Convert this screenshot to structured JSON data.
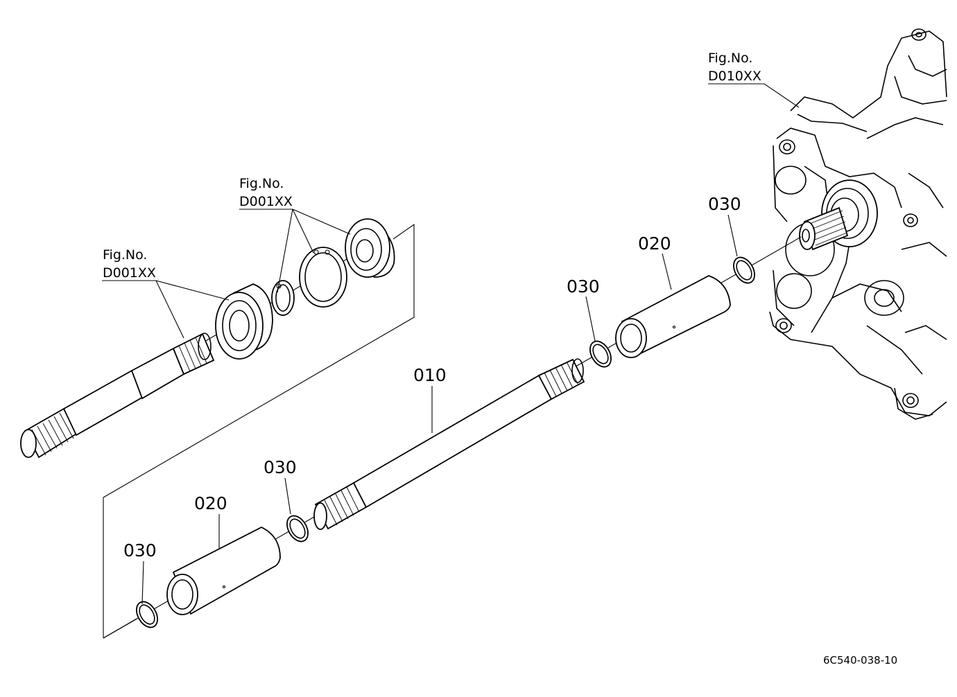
{
  "diagram": {
    "code": "6C540-038-10",
    "callouts": {
      "shaft": "010",
      "sleeve_lower": "020",
      "sleeve_upper": "020",
      "oring_1": "030",
      "oring_2": "030",
      "oring_3": "030",
      "oring_4": "030"
    },
    "references": [
      {
        "label": "Fig.No.",
        "code": "D001XX"
      },
      {
        "label": "Fig.No.",
        "code": "D001XX"
      },
      {
        "label": "Fig.No.",
        "code": "D010XX"
      }
    ]
  }
}
